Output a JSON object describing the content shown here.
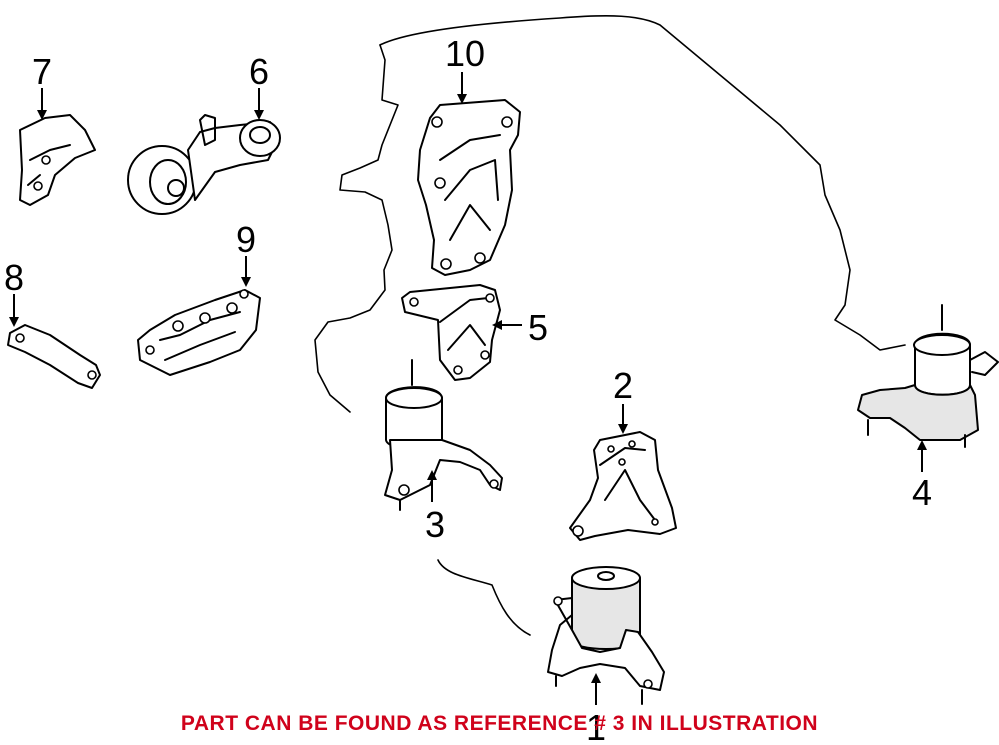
{
  "notice": {
    "text": "PART CAN BE FOUND AS REFERENCE # 3 IN ILLUSTRATION",
    "color": "#d0021b"
  },
  "callouts": [
    {
      "id": "1",
      "label": "1"
    },
    {
      "id": "2",
      "label": "2"
    },
    {
      "id": "3",
      "label": "3"
    },
    {
      "id": "4",
      "label": "4"
    },
    {
      "id": "5",
      "label": "5"
    },
    {
      "id": "6",
      "label": "6"
    },
    {
      "id": "7",
      "label": "7"
    },
    {
      "id": "8",
      "label": "8"
    },
    {
      "id": "9",
      "label": "9"
    },
    {
      "id": "10",
      "label": "10"
    }
  ],
  "colors": {
    "line": "#000000",
    "background": "#ffffff",
    "shade": "#e6e6e6"
  }
}
